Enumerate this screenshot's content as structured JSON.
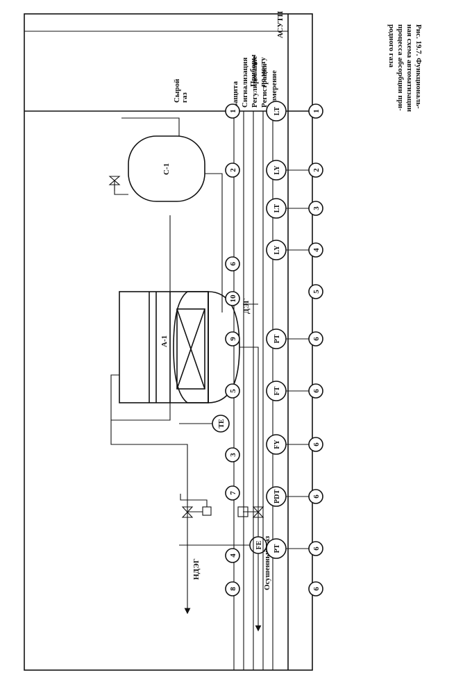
{
  "caption": {
    "line1": "Рис. 19.7. Функциональ-",
    "line2": "ная схема автоматизации",
    "line3": "процесса абсорбции при-",
    "line4": "родного газа"
  },
  "stream_labels": {
    "dry_gas": "Осушенный газ",
    "ndeg": "НДЭГ",
    "deg": "ДЭГ",
    "raw_gas_1": "Сырой",
    "raw_gas_2": "газ"
  },
  "equipment": {
    "absorber": "А-1",
    "separator": "С-1"
  },
  "field_instruments": [
    "FE",
    "TE"
  ],
  "table": {
    "field_header_1": "Приборы",
    "field_header_2": "по месту",
    "control_header": "АСУТП",
    "rows": [
      "Измерение",
      "Регистрация",
      "Регулирование",
      "Сигнализация",
      "Защита"
    ]
  },
  "upper_bubbles": [
    "1",
    "2",
    "6",
    "10",
    "9",
    "5",
    "3",
    "7",
    "4",
    "8"
  ],
  "lower_bubbles": [
    "1",
    "2",
    "3",
    "4",
    "5",
    "6",
    "6",
    "6",
    "6",
    "6",
    "6"
  ],
  "instruments": [
    "LT",
    "LY",
    "LT",
    "LY",
    "PT",
    "FT",
    "FY",
    "PDT",
    "PT"
  ]
}
